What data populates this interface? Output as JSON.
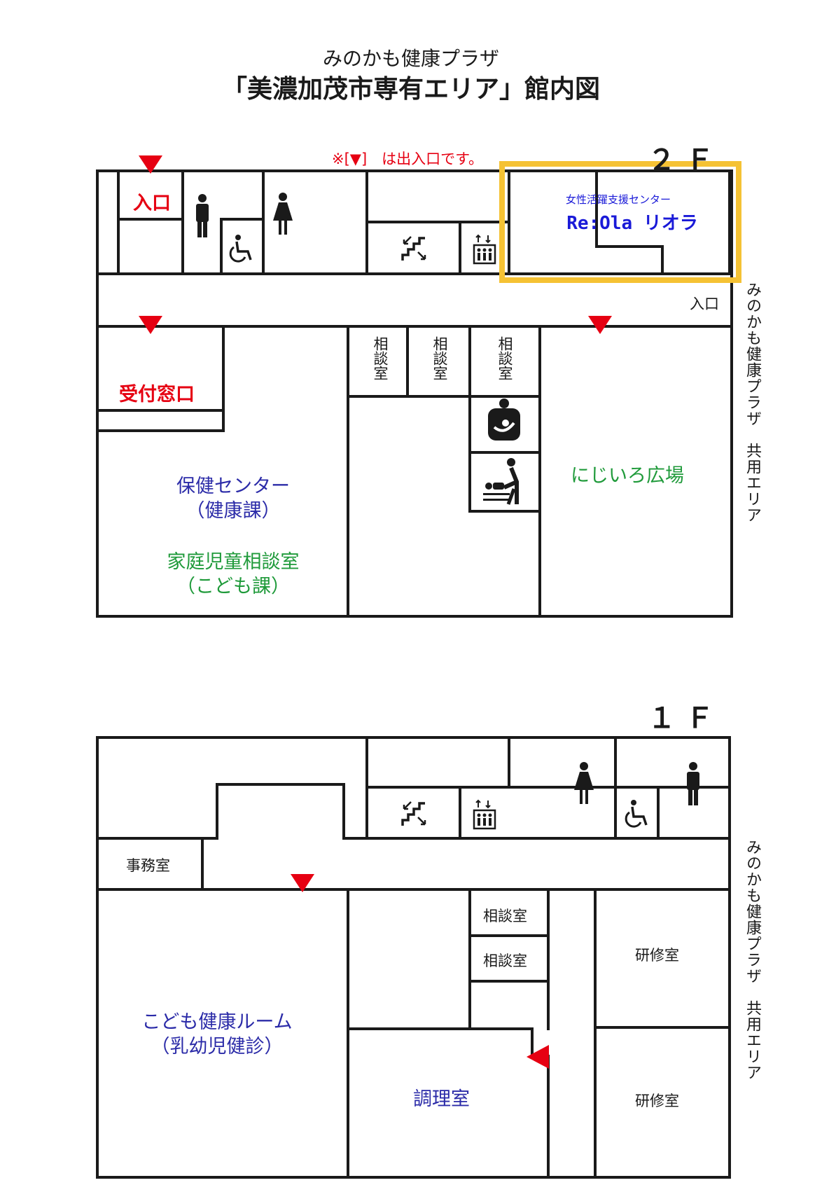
{
  "header": {
    "subtitle": "みのかも健康プラザ",
    "title": "「美濃加茂市専有エリア」館内図"
  },
  "legend_note": "※[▼]　は出入口です。",
  "colors": {
    "entrance_marker": "#e60012",
    "highlight": "#f5c234",
    "blue_label": "#2b2ba8",
    "green_label": "#1f9a3a",
    "reola_label": "#1a1ad8"
  },
  "floor2": {
    "label": "２Ｆ",
    "entrance_label": "入口",
    "side_entrance_label": "入口",
    "reception": "受付窓口",
    "reola_caption": "女性活躍支援センター",
    "reola_name": "Re:Ola リオラ",
    "health_center": "保健センター",
    "health_center_dept": "（健康課）",
    "child_consult": "家庭児童相談室",
    "child_consult_dept": "（こども課）",
    "nijiiro": "にじいろ広場",
    "consult_rooms": [
      "相談室",
      "相談室",
      "相談室"
    ],
    "shared_area": "みのかも健康プラザ　共用エリア",
    "icons": [
      "entrance-marker-icon",
      "male-restroom-icon",
      "female-restroom-icon",
      "accessible-restroom-icon",
      "stairs-icon",
      "elevator-icon",
      "nursing-room-icon",
      "diaper-changing-icon"
    ]
  },
  "floor1": {
    "label": "１Ｆ",
    "office": "事務室",
    "kids_health_room": "こども健康ルーム",
    "kids_health_room_sub": "（乳幼児健診）",
    "cooking_room": "調理室",
    "consult_rooms": [
      "相談室",
      "相談室"
    ],
    "training_rooms": [
      "研修室",
      "研修室"
    ],
    "shared_area": "みのかも健康プラザ　共用エリア",
    "icons": [
      "entrance-marker-icon",
      "stairs-icon",
      "elevator-icon",
      "female-restroom-icon",
      "accessible-restroom-icon",
      "male-restroom-icon"
    ]
  }
}
